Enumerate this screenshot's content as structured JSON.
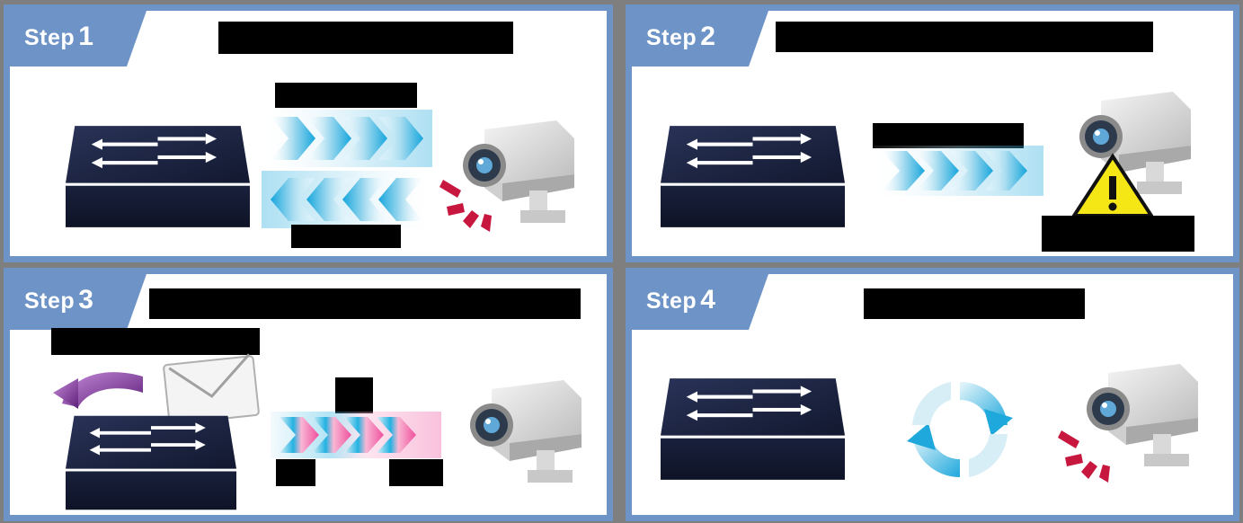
{
  "steps": [
    {
      "label": "Step",
      "number": "1"
    },
    {
      "label": "Step",
      "number": "2"
    },
    {
      "label": "Step",
      "number": "3"
    },
    {
      "label": "Step",
      "number": "4"
    }
  ],
  "icons": {
    "switch": "network-switch-icon",
    "camera": "ip-camera-icon",
    "warning": "warning-triangle-icon",
    "email": "email-envelope-icon",
    "refresh": "reboot-cycle-icon",
    "arrows": "data-flow-chevrons-icon"
  },
  "colors": {
    "panel_border": "#6e93c7",
    "background": "#7f7f7f",
    "switch_body": "#1f2747",
    "chevron_blue": "#20b0e0",
    "chevron_pink": "#f06aa8",
    "warning_yellow": "#f5e616",
    "alarm_red": "#c8173f",
    "email_purple": "#8e3fa8"
  }
}
